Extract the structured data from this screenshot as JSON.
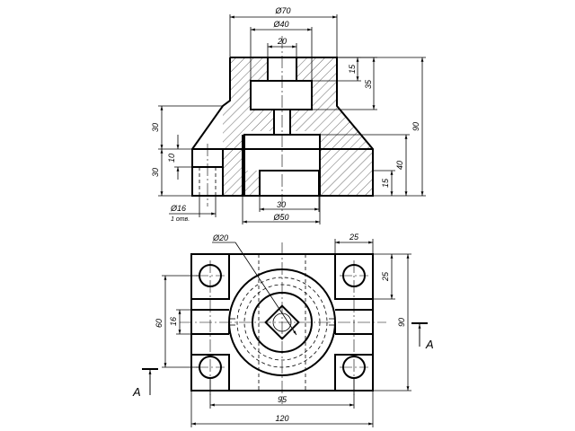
{
  "front_view": {
    "dims": {
      "d70": "Ø70",
      "d40": "Ø40",
      "w20": "20",
      "h15_top": "15",
      "h35": "35",
      "h90": "90",
      "h30_a": "30",
      "h10": "10",
      "h30_b": "30",
      "h40": "40",
      "h15_bottom": "15",
      "w30": "30",
      "d50": "Ø50",
      "d16": "Ø16",
      "holes_note": "1 отв."
    }
  },
  "top_view": {
    "dims": {
      "d20": "Ø20",
      "w25": "25",
      "h25": "25",
      "h60": "60",
      "h16": "16",
      "h90": "90",
      "w95": "95",
      "w120": "120"
    },
    "section_left": "A",
    "section_right": "A"
  }
}
